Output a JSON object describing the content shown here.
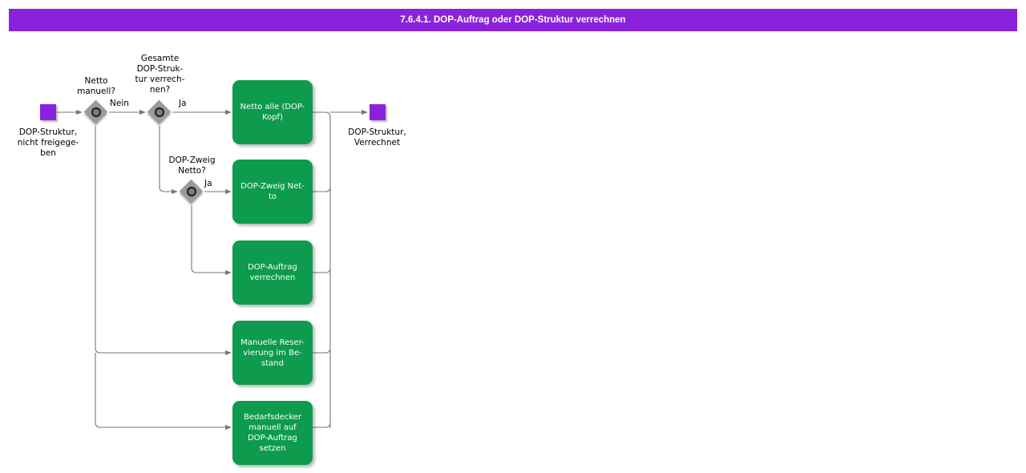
{
  "header": {
    "title": "7.6.4.1. DOP-Auftrag oder DOP-Struktur verrechnen",
    "bar_color": "#8A22DD",
    "text_color": "#FFFFFF"
  },
  "theme": {
    "activity_fill": "#0E9B4E",
    "activity_text": "#FFFFFF",
    "terminal_fill": "#8A22DD",
    "decision_fill": "#9A9A9A",
    "decision_hub_fill": "#7E7E7E",
    "edge_color": "#666666",
    "background": "#FFFFFF"
  },
  "diagram": {
    "type": "flowchart",
    "start_nodes": [
      {
        "id": "start",
        "shape": "square",
        "caption": "DOP-Struktur,\nnicht freigege-\nben"
      }
    ],
    "end_nodes": [
      {
        "id": "end",
        "shape": "square",
        "caption": "DOP-Struktur,\nVerrechnet"
      }
    ],
    "decisions": [
      {
        "id": "d1",
        "shape": "diamond",
        "caption": "Netto\nmanuell?"
      },
      {
        "id": "d2",
        "shape": "diamond",
        "caption": "Gesamte\nDOP-Struk-\ntur verrech-\nnen?"
      },
      {
        "id": "d3",
        "shape": "diamond",
        "caption": "DOP-Zweig\nNetto?"
      }
    ],
    "activities": [
      {
        "id": "a1",
        "label": "Netto alle (DOP-\nKopf)"
      },
      {
        "id": "a2",
        "label": "DOP-Zweig Net-\nto"
      },
      {
        "id": "a3",
        "label": "DOP-Auftrag\nverrechnen"
      },
      {
        "id": "a4",
        "label": "Manuelle Reser-\nvierung im Be-\nstand"
      },
      {
        "id": "a5",
        "label": "Bedarfsdecker\nmanuell auf\nDOP-Auftrag\nsetzen"
      }
    ],
    "edge_labels": [
      {
        "id": "e-nein",
        "text": "Nein",
        "from": "d1",
        "to": "d2"
      },
      {
        "id": "e-ja-1",
        "text": "Ja",
        "from": "d2",
        "to": "a1"
      },
      {
        "id": "e-ja-2",
        "text": "Ja",
        "from": "d3",
        "to": "a2"
      }
    ]
  }
}
